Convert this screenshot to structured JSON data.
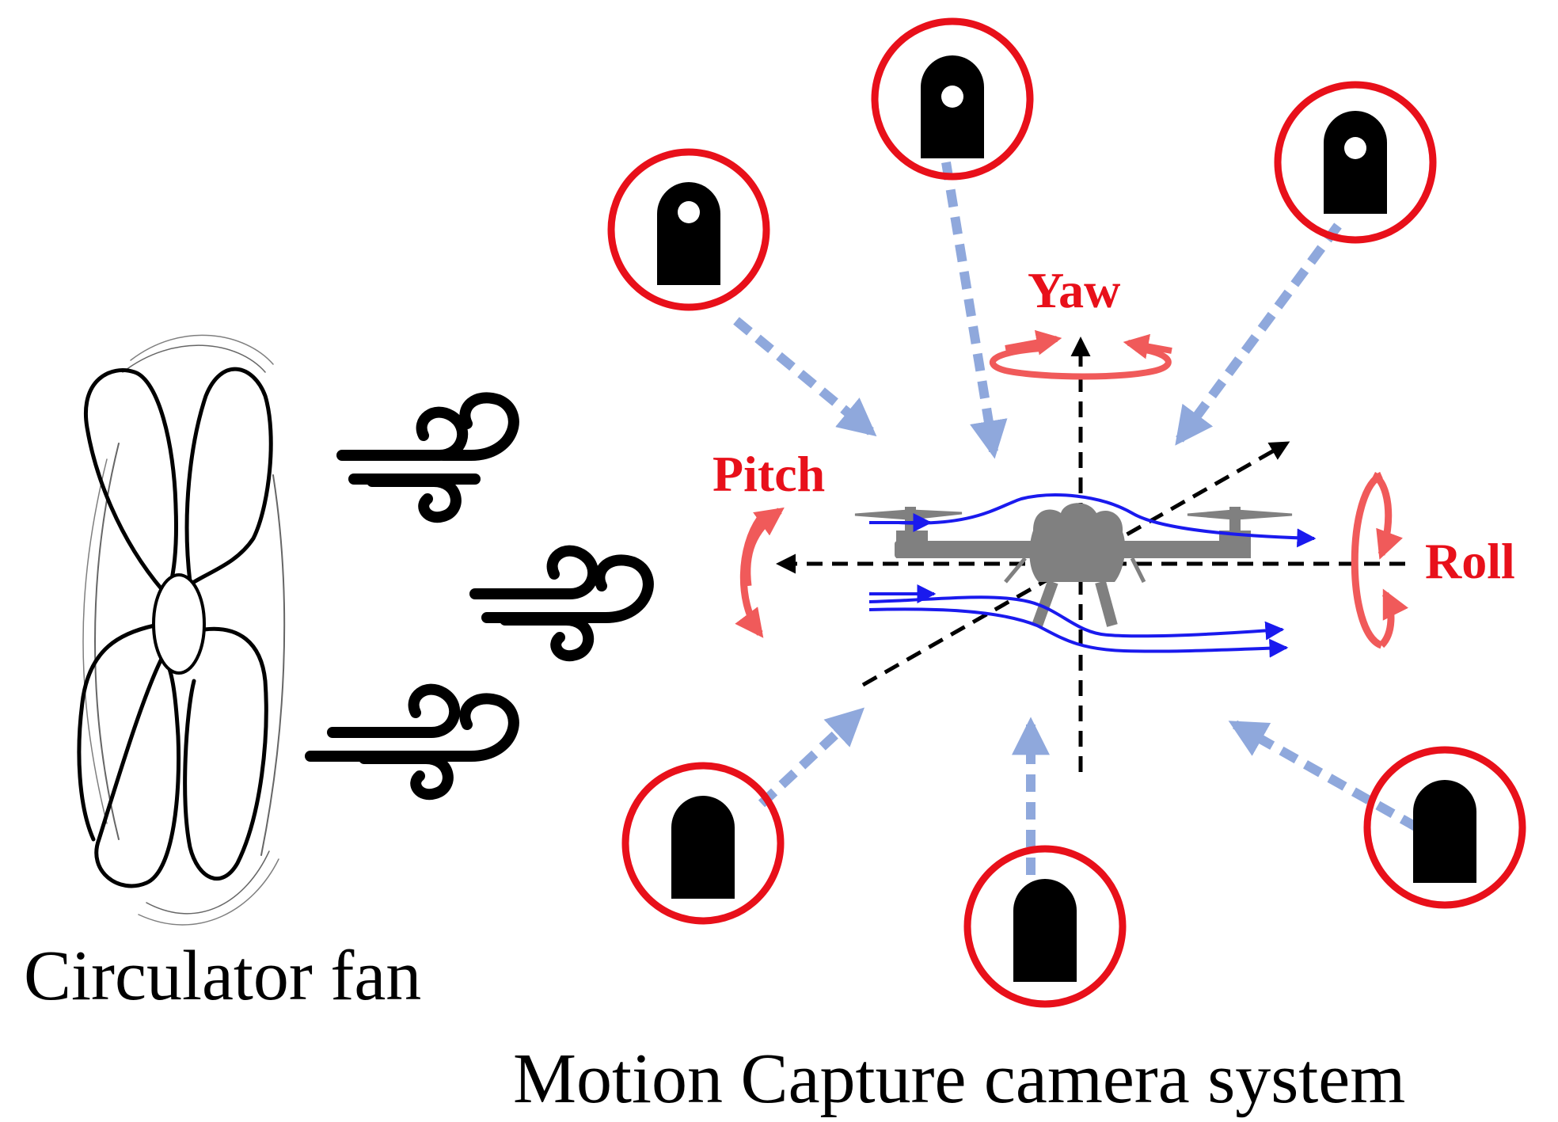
{
  "labels": {
    "fan": "Circulator fan",
    "system": "Motion Capture camera system",
    "yaw": "Yaw",
    "pitch": "Pitch",
    "roll": "Roll"
  },
  "colors": {
    "camera_ring": "#e8101a",
    "camera_body": "#000000",
    "view_arrow": "#8fa8dc",
    "rotation_arrow": "#f05a5a",
    "rotation_label": "#e8101a",
    "airflow": "#1a1aee",
    "drone": "#808080",
    "axis": "#000000"
  },
  "icons": {
    "camera": "motion-capture-camera-icon",
    "fan": "circulator-fan-icon",
    "wind": "wind-gust-icon",
    "drone": "quadrotor-drone-icon"
  }
}
